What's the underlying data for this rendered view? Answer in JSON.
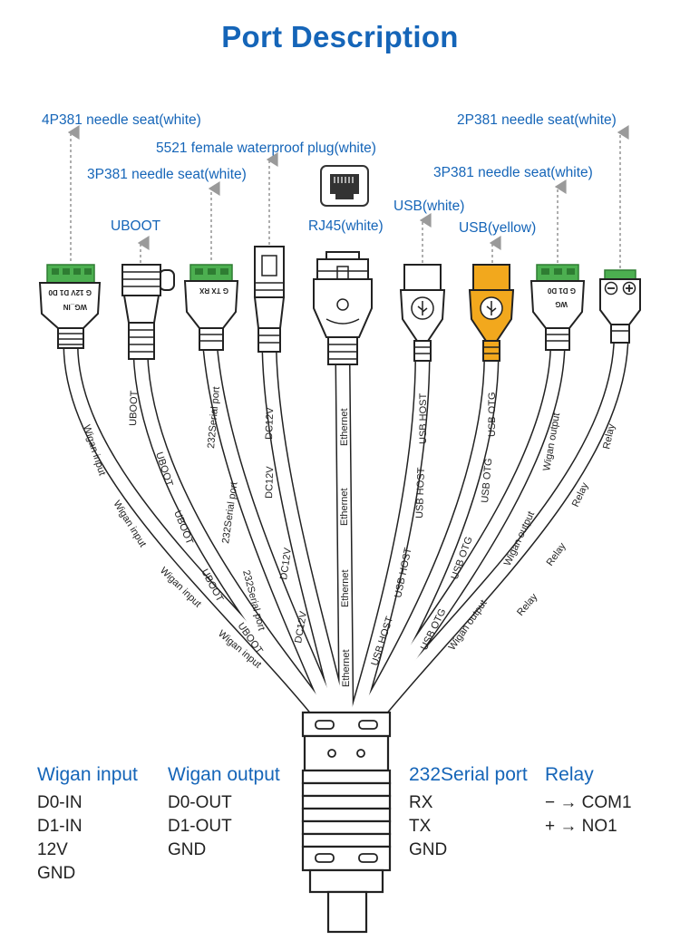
{
  "title": "Port Description",
  "connectors": [
    {
      "callout": "4P381 needle seat(white)",
      "pin_label": "G 12V D1 D0",
      "body_label": "WG_IN",
      "cable_label": "Wigan input"
    },
    {
      "callout": "UBOOT",
      "cable_label": "UBOOT"
    },
    {
      "callout": "3P381 needle seat(white)",
      "pin_label": "G TX RX",
      "cable_label": "232Serial port"
    },
    {
      "callout": "5521 female waterproof plug(white)",
      "cable_label": "DC12V"
    },
    {
      "callout": "RJ45(white)",
      "cable_label": "Ethernet"
    },
    {
      "callout": "USB(white)",
      "cable_label": "USB HOST"
    },
    {
      "callout": "USB(yellow)",
      "cable_label": "USB OTG"
    },
    {
      "callout": "3P381 needle seat(white)",
      "pin_label": "G D1 D0",
      "body_label": "WG",
      "cable_label": "Wigan output"
    },
    {
      "callout": "2P381 needle seat(white)",
      "cable_label": "Relay"
    }
  ],
  "legend": [
    {
      "heading": "Wigan input",
      "items": [
        "D0-IN",
        "D1-IN",
        "12V",
        "GND"
      ]
    },
    {
      "heading": "Wigan output",
      "items": [
        "D0-OUT",
        "D1-OUT",
        "GND"
      ]
    },
    {
      "heading": "232Serial port",
      "items": [
        "RX",
        "TX",
        "GND"
      ]
    },
    {
      "heading": "Relay",
      "items": [
        "− → COM1",
        "+ → NO1"
      ]
    }
  ],
  "colors": {
    "title": "#1565b8",
    "usb_yellow": "#f2a81d",
    "terminal_green": "#4caf50"
  }
}
